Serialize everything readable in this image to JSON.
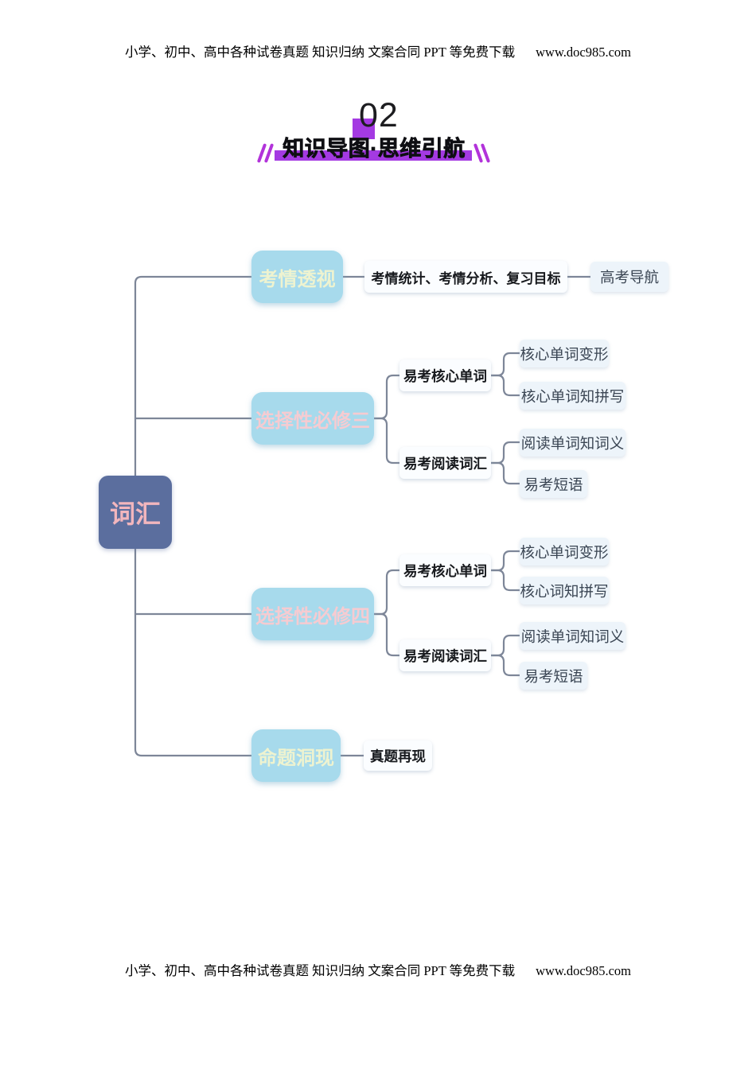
{
  "header": {
    "text": "小学、初中、高中各种试卷真题  知识归纳  文案合同  PPT 等免费下载",
    "url": "www.doc985.com"
  },
  "footer": {
    "text": "小学、初中、高中各种试卷真题  知识归纳  文案合同  PPT 等免费下载",
    "url": "www.doc985.com"
  },
  "section": {
    "number": "02",
    "title": "知识导图·思维引航"
  },
  "colors": {
    "accent_purple": "#a43ae2",
    "slash_magenta": "#b233da",
    "root_node_bg": "#5b6e9e",
    "root_node_text": "#f2b6bd",
    "branch_node_bg": "#a7daec",
    "branch_text_cream": "#eef3d0",
    "branch_text_pink": "#f6cbd1",
    "subtopic_bg": "#fbfdff",
    "leaf_bg": "#edf4fa",
    "connector_line": "#7d8698"
  },
  "mindmap": {
    "root": {
      "label": "词汇"
    },
    "branches": [
      {
        "label": "考情透视",
        "children": [
          {
            "label": "考情统计、考情分析、复习目标",
            "children": [
              {
                "label": "高考导航"
              }
            ]
          }
        ]
      },
      {
        "label": "选择性必修三",
        "children": [
          {
            "label": "易考核心单词",
            "children": [
              {
                "label": "核心单词变形"
              },
              {
                "label": "核心单词知拼写"
              }
            ]
          },
          {
            "label": "易考阅读词汇",
            "children": [
              {
                "label": "阅读单词知词义"
              },
              {
                "label": "易考短语"
              }
            ]
          }
        ]
      },
      {
        "label": "选择性必修四",
        "children": [
          {
            "label": "易考核心单词",
            "children": [
              {
                "label": "核心单词变形"
              },
              {
                "label": "核心词知拼写"
              }
            ]
          },
          {
            "label": "易考阅读词汇",
            "children": [
              {
                "label": "阅读单词知词义"
              },
              {
                "label": "易考短语"
              }
            ]
          }
        ]
      },
      {
        "label": "命题洞现",
        "children": [
          {
            "label": "真题再现"
          }
        ]
      }
    ]
  }
}
